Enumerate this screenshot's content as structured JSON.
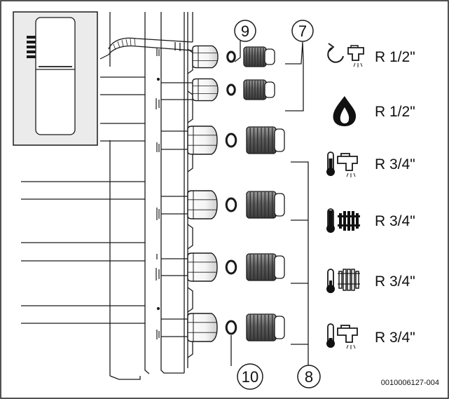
{
  "callouts": {
    "c7": "7",
    "c8": "8",
    "c9": "9",
    "c10": "10"
  },
  "connections": [
    {
      "icon": "circulation-tap-icon",
      "size": "R 1/2\""
    },
    {
      "icon": "gas-flame-icon",
      "size": "R 1/2\""
    },
    {
      "icon": "hot-water-tap-icon",
      "size": "R 3/4\""
    },
    {
      "icon": "heating-flow-icon",
      "size": "R 3/4\""
    },
    {
      "icon": "heating-return-icon",
      "size": "R 3/4\""
    },
    {
      "icon": "cold-water-tap-icon",
      "size": "R 3/4\""
    }
  ],
  "figure_code": "0010006127-004",
  "colors": {
    "line": "#1a1a1a",
    "thumb_bg": "#ebebeb",
    "fitting_dark": "#6e6e6e"
  }
}
